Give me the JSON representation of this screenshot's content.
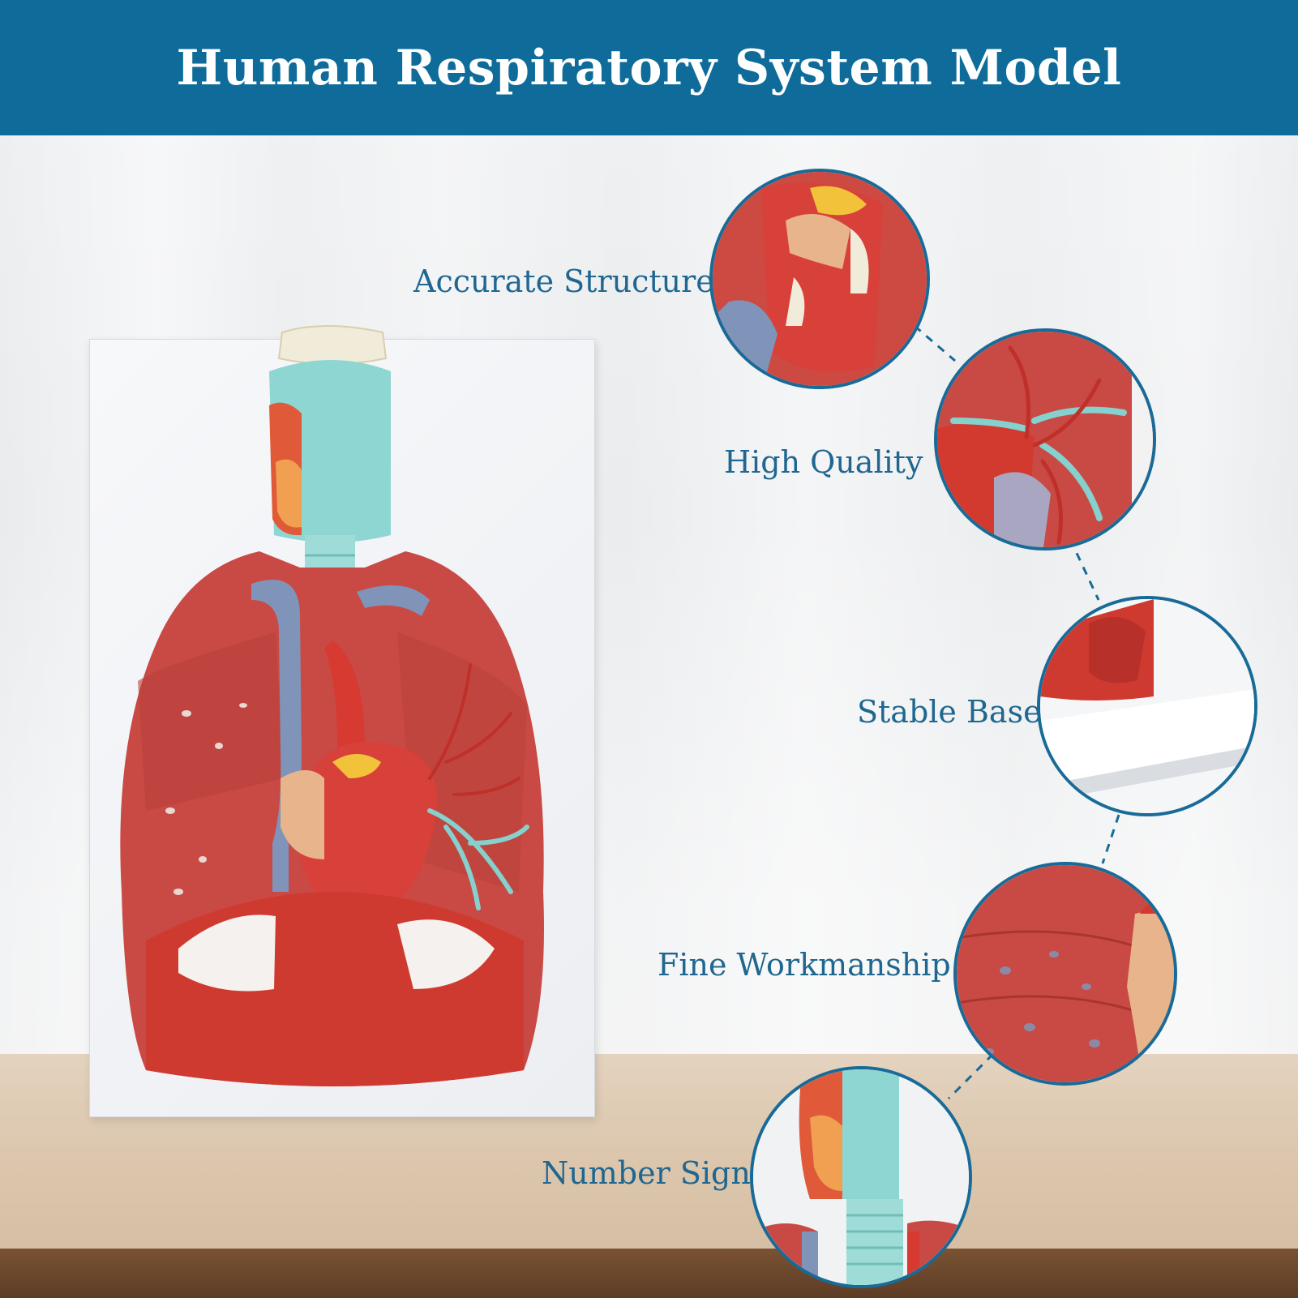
{
  "banner": {
    "title": "Human Respiratory System Model",
    "color": "#0e6b9a"
  },
  "callouts": [
    {
      "label": "Accurate Structure",
      "icon": "heart-closeup-image"
    },
    {
      "label": "High Quality",
      "icon": "bronchial-tree-closeup-image"
    },
    {
      "label": "Stable Base",
      "icon": "stand-base-closeup-image"
    },
    {
      "label": "Fine Workmanship",
      "icon": "lung-surface-closeup-image"
    },
    {
      "label": "Number Sign",
      "icon": "trachea-numbers-closeup-image"
    }
  ],
  "colors": {
    "label_text": "#1f6690",
    "circle_border": "#186b98",
    "lung": "#c94a44",
    "vessel_blue": "#7f94b8",
    "trachea_cyan": "#8fd3cf"
  }
}
